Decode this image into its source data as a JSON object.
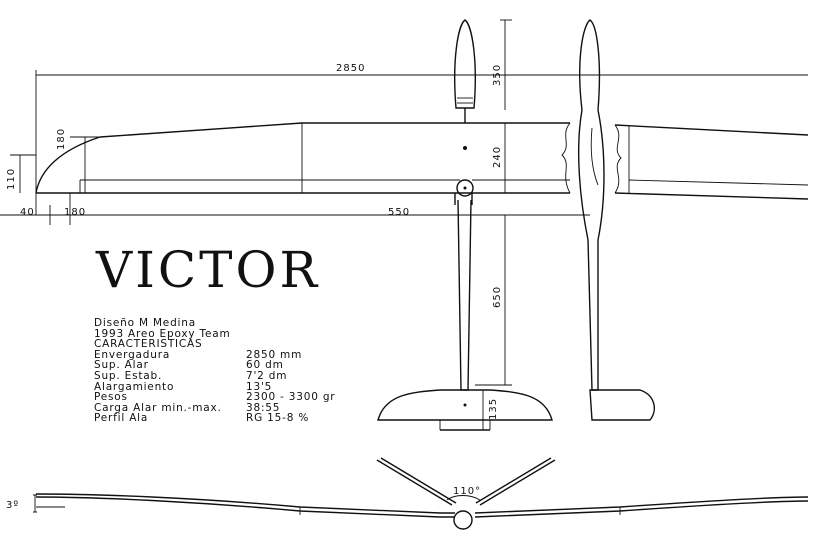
{
  "title": "VICTOR",
  "credits": {
    "designer": "Diseño  M Medina",
    "team": "1993 Areo Epoxy Team",
    "heading": "CARACTERISTICAS"
  },
  "specs": [
    {
      "label": "Envergadura",
      "value": "2850 mm"
    },
    {
      "label": "Sup. Alar",
      "value": "60 dm"
    },
    {
      "label": "Sup. Estab.",
      "value": "7'2 dm"
    },
    {
      "label": "Alargamiento",
      "value": "13'5"
    },
    {
      "label": "Pesos",
      "value": "2300 - 3300 gr"
    },
    {
      "label": "Carga Alar min.-max.",
      "value": "38:55"
    },
    {
      "label": "Perfil Ala",
      "value": "RG 15-8 %"
    }
  ],
  "dimensions": {
    "wingspan": "2850",
    "tip_chord": "180",
    "root_height": "110",
    "tip_offset": "40",
    "tip_length": "180",
    "half_span_inner": "550",
    "fin_height": "350",
    "root_chord": "240",
    "tail_boom": "650",
    "stab_chord": "135",
    "dihedral_angle": "110°",
    "tip_dihedral": "3º"
  },
  "colors": {
    "ink": "#111111",
    "paper": "#ffffff"
  }
}
